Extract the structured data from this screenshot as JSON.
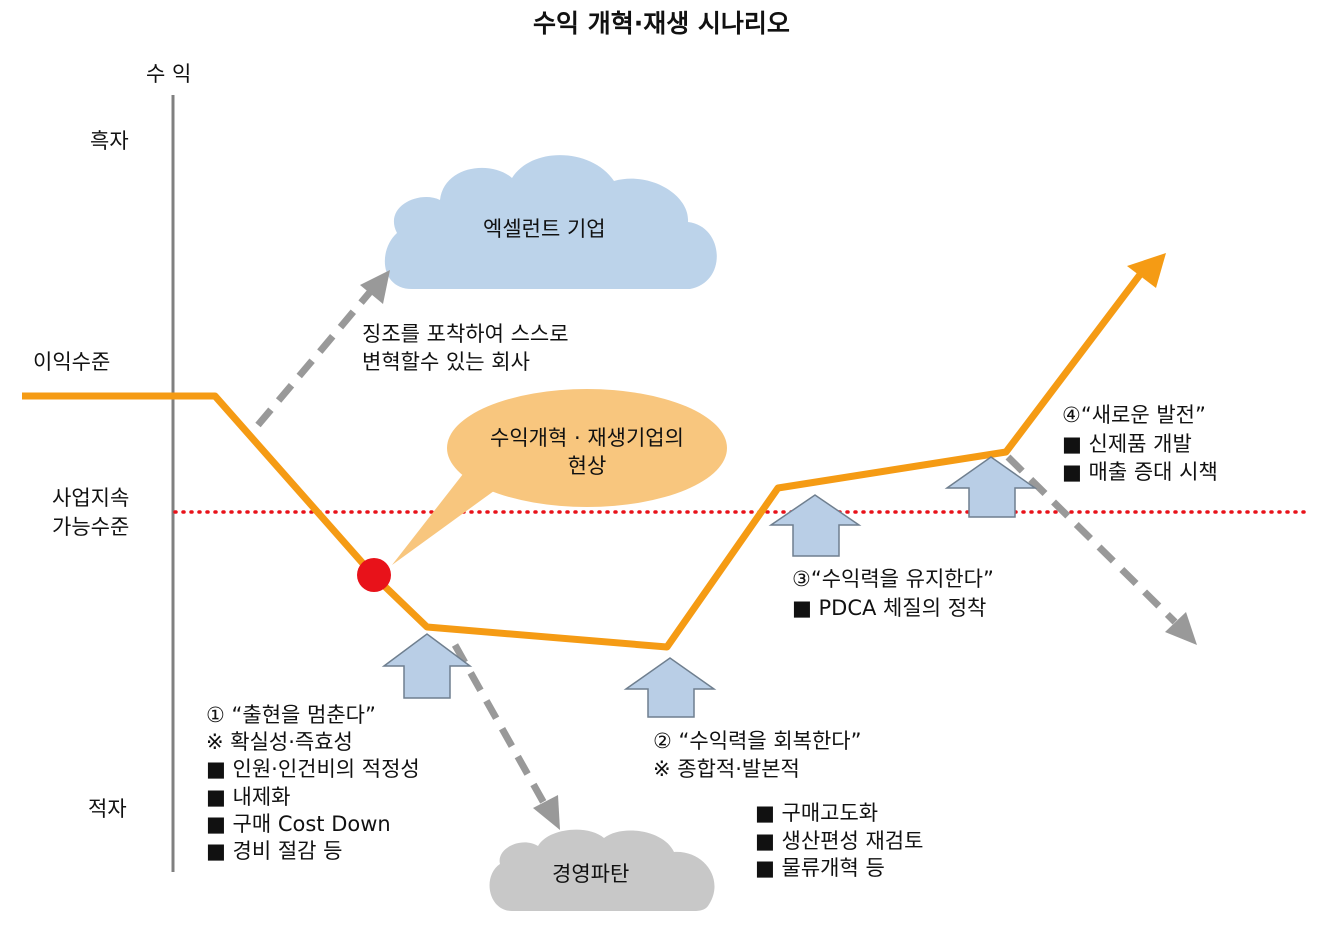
{
  "title": "수익 개혁·재생 시나리오",
  "axis": {
    "y_label": "수 익"
  },
  "levels": {
    "black": "흑자",
    "profit_level": "이익수준",
    "sustain_line1": "사업지속",
    "sustain_line2": "가능수준",
    "red": "적자"
  },
  "clouds": {
    "excellent": "엑셀런트 기업",
    "collapse": "경영파탄"
  },
  "bubble": {
    "line1": "수익개혁 · 재생기업의",
    "line2": "현상"
  },
  "self_reform": {
    "line1": "징조를 포착하여 스스로",
    "line2": "변혁할수 있는 회사"
  },
  "stage1": {
    "lines": [
      "① “출현을 멈춘다”",
      "※ 확실성·즉효성",
      "■ 인원·인건비의 적정성",
      "■ 내제화",
      "■ 구매 Cost Down",
      "■ 경비 절감 등"
    ]
  },
  "stage2": {
    "lines": [
      "② “수익력을 회복한다”",
      "※ 종합적·발본적"
    ],
    "items": [
      "■ 구매고도화",
      "■ 생산편성 재검토",
      "■ 물류개혁 등"
    ]
  },
  "stage3": {
    "lines": [
      "③“수익력을 유지한다”",
      "■ PDCA 체질의 정착"
    ]
  },
  "stage4": {
    "lines": [
      "④“새로운 발전”",
      "■ 신제품 개발",
      "■ 매출 증대 시책"
    ]
  },
  "colors": {
    "orange": "#f59b14",
    "red_dot": "#e8121a",
    "dotted_line": "#e8121a",
    "cloud_blue": "#bcd3ea",
    "cloud_gray": "#c8c8c8",
    "bubble": "#f8c67e",
    "up_arrow": "#b9cee6",
    "dashed_arrow": "#999999",
    "axis": "#808080"
  }
}
